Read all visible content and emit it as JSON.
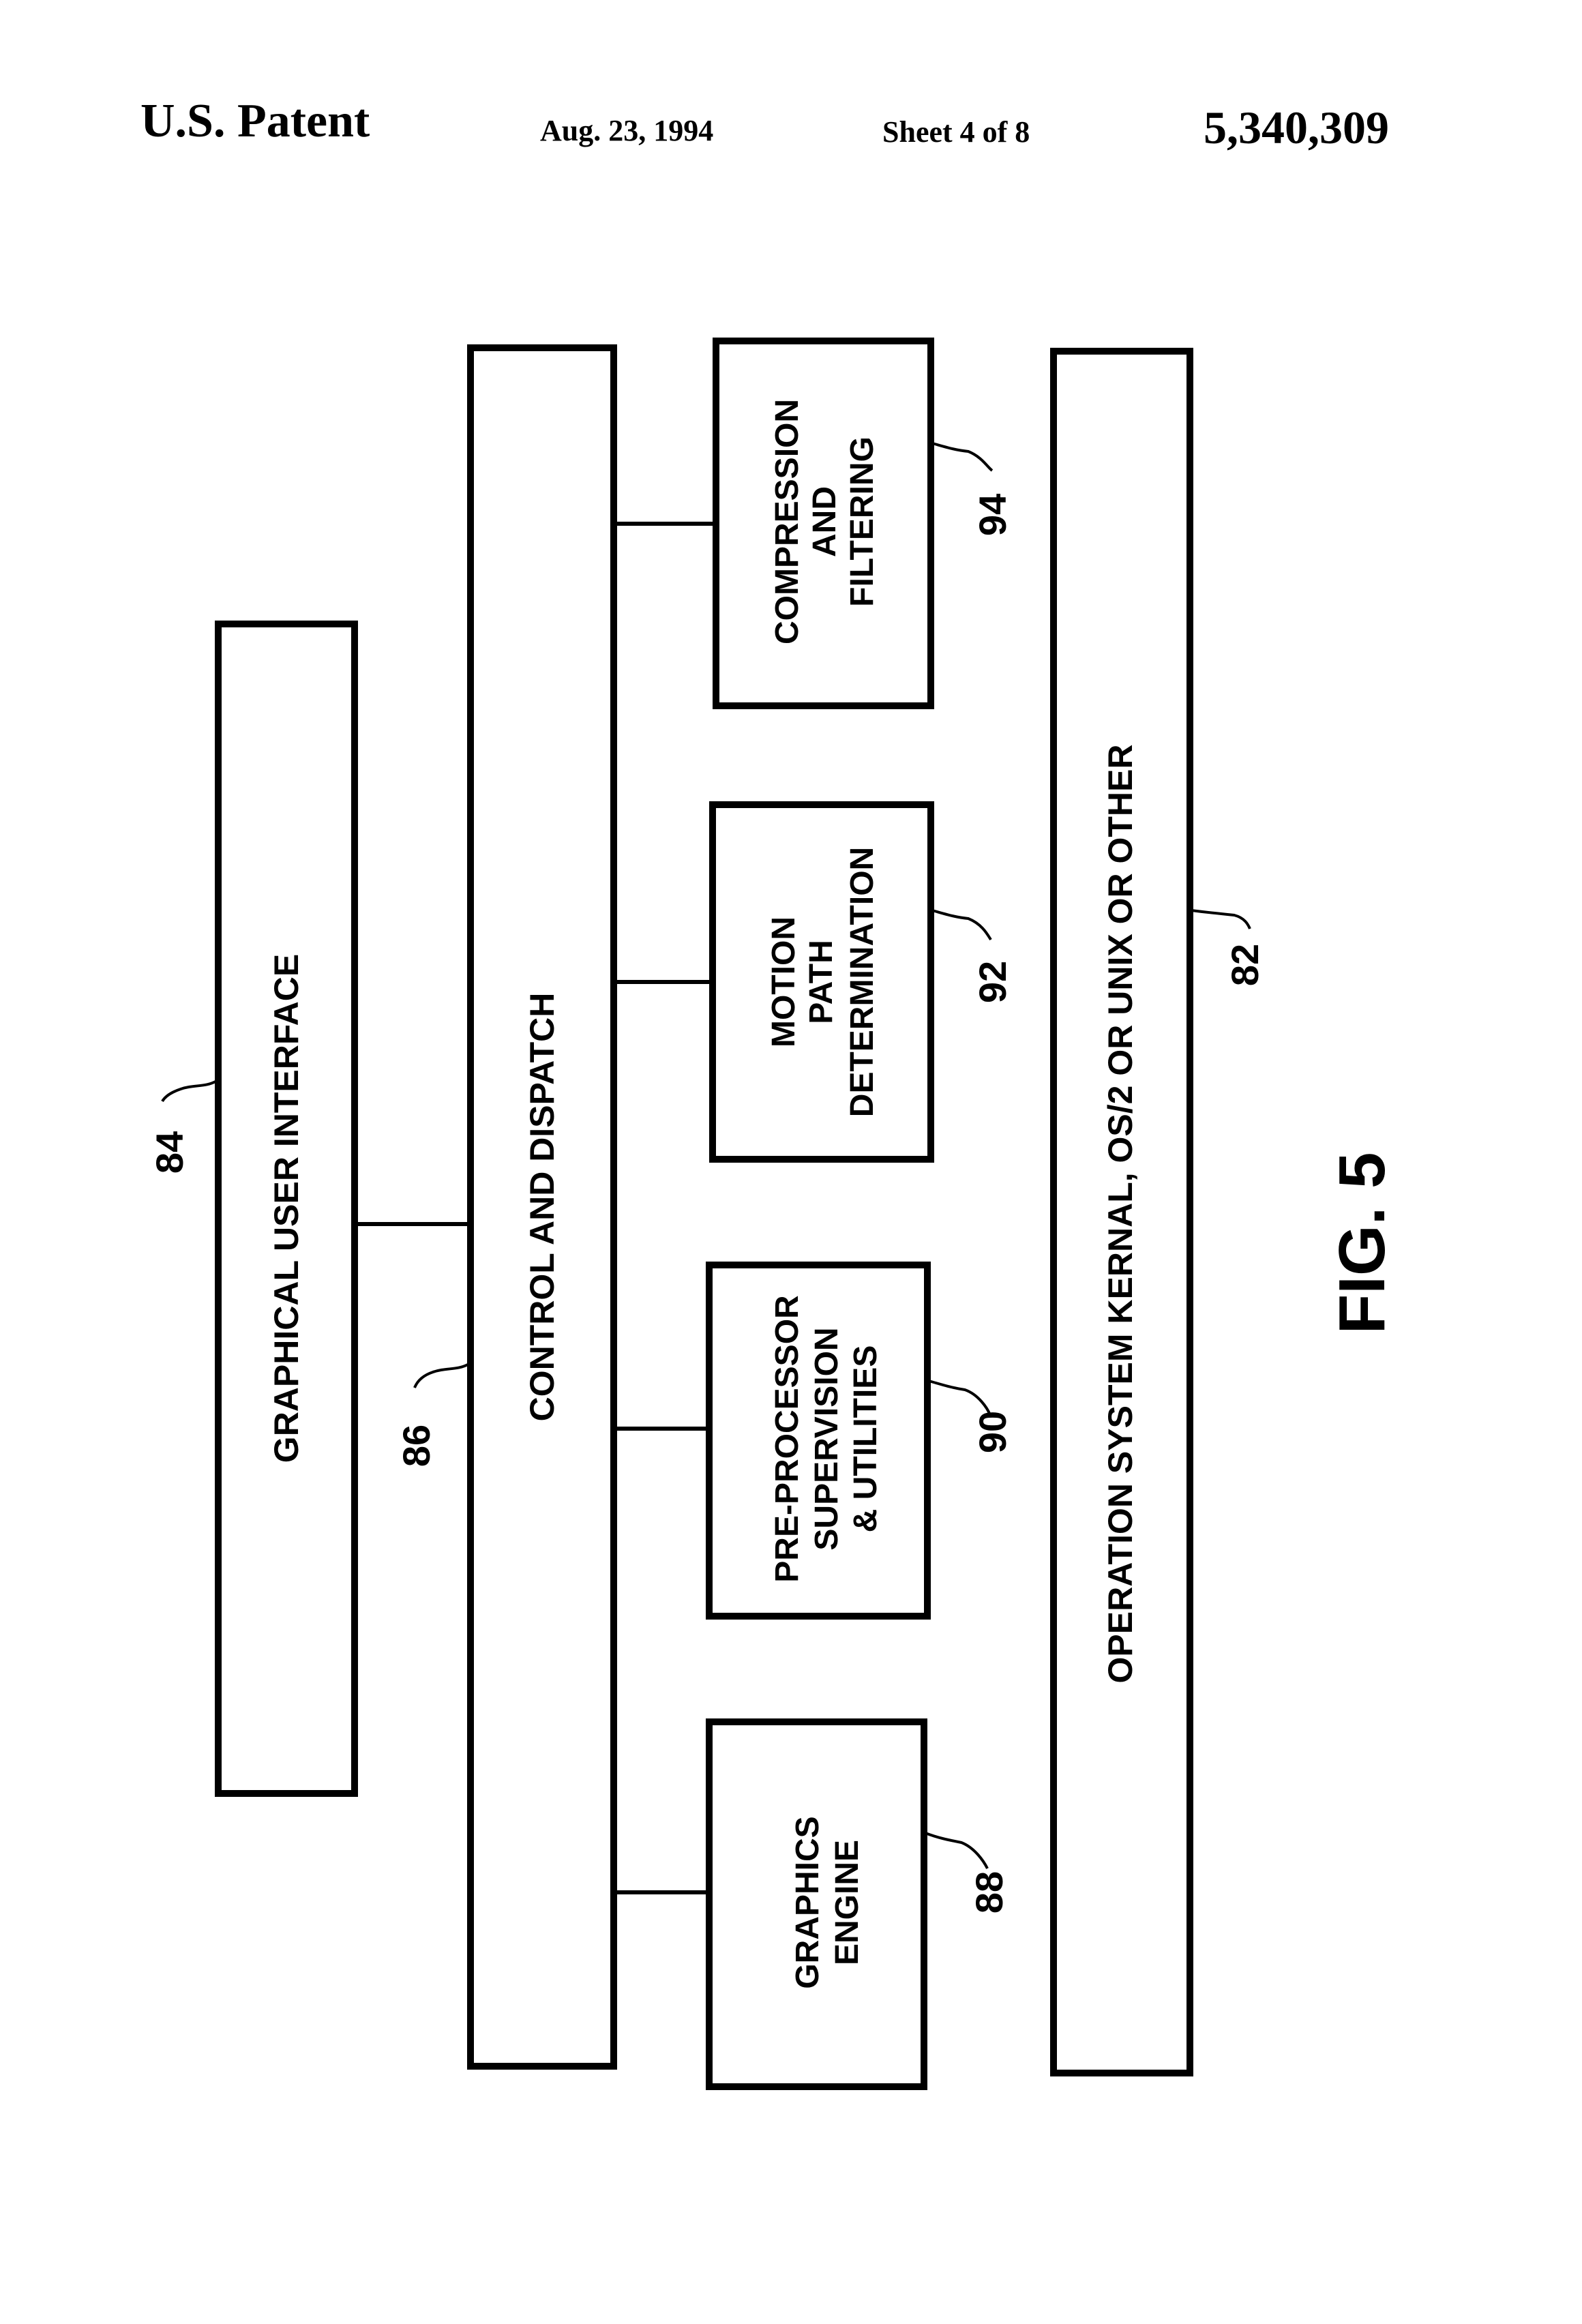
{
  "header": {
    "title": "U.S. Patent",
    "date": "Aug. 23, 1994",
    "sheet": "Sheet 4 of 8",
    "patent_number": "5,340,309"
  },
  "figure": {
    "label": "FIG. 5",
    "blocks": [
      {
        "id": "gui",
        "ref": "84",
        "lines": [
          "GRAPHICAL USER INTERFACE"
        ]
      },
      {
        "id": "control",
        "ref": "86",
        "lines": [
          "CONTROL AND DISPATCH"
        ]
      },
      {
        "id": "compression",
        "ref": "94",
        "lines": [
          "COMPRESSION",
          "AND",
          "FILTERING"
        ]
      },
      {
        "id": "motion",
        "ref": "92",
        "lines": [
          "MOTION",
          "PATH",
          "DETERMINATION"
        ]
      },
      {
        "id": "preprocessor",
        "ref": "90",
        "lines": [
          "PRE-PROCESSOR",
          "SUPERVISION",
          "& UTILITIES"
        ]
      },
      {
        "id": "graphics",
        "ref": "88",
        "lines": [
          "GRAPHICS",
          "ENGINE"
        ]
      },
      {
        "id": "os",
        "ref": "82",
        "lines": [
          "OPERATION SYSTEM KERNAL, OS/2 OR UNIX OR OTHER"
        ]
      }
    ],
    "connections": [
      [
        "gui",
        "control"
      ],
      [
        "control",
        "compression"
      ],
      [
        "control",
        "motion"
      ],
      [
        "control",
        "preprocessor"
      ],
      [
        "control",
        "graphics"
      ]
    ]
  }
}
